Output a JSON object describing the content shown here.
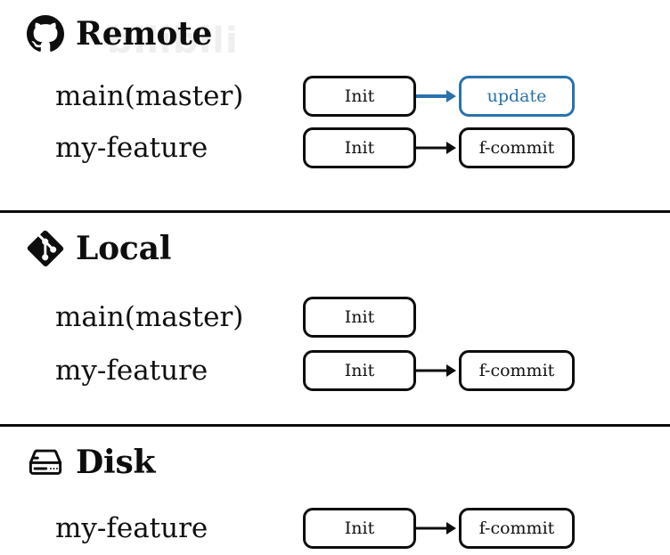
{
  "watermark": "bilibili",
  "colors": {
    "accent": "#2a72ad",
    "ink": "#0d0d0d",
    "background": "#ffffff"
  },
  "sections": [
    {
      "id": "remote",
      "title": "Remote",
      "icon": "github-icon",
      "rows": [
        {
          "branch": "main(master)",
          "commits": [
            {
              "label": "Init",
              "accent": false
            },
            {
              "label": "update",
              "accent": true
            }
          ],
          "arrow_accent": true
        },
        {
          "branch": "my-feature",
          "commits": [
            {
              "label": "Init",
              "accent": false
            },
            {
              "label": "f-commit",
              "accent": false
            }
          ],
          "arrow_accent": false
        }
      ]
    },
    {
      "id": "local",
      "title": "Local",
      "icon": "git-icon",
      "rows": [
        {
          "branch": "main(master)",
          "commits": [
            {
              "label": "Init",
              "accent": false
            }
          ],
          "arrow_accent": false
        },
        {
          "branch": "my-feature",
          "commits": [
            {
              "label": "Init",
              "accent": false
            },
            {
              "label": "f-commit",
              "accent": false
            }
          ],
          "arrow_accent": false
        }
      ]
    },
    {
      "id": "disk",
      "title": "Disk",
      "icon": "hard-drive-icon",
      "rows": [
        {
          "branch": "my-feature",
          "commits": [
            {
              "label": "Init",
              "accent": false
            },
            {
              "label": "f-commit",
              "accent": false
            }
          ],
          "arrow_accent": false
        }
      ]
    }
  ]
}
